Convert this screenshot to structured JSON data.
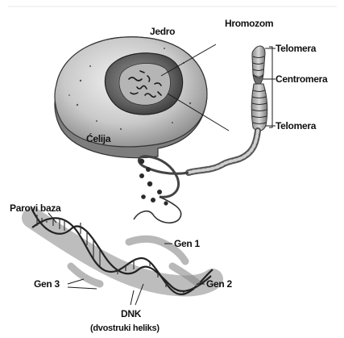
{
  "labels": {
    "jedro": "Jedro",
    "hromozom": "Hromozom",
    "telomera_top": "Telomera",
    "centromera": "Centromera",
    "telomera_bottom": "Telomera",
    "celija": "Ćelija",
    "parovi_baza": "Parovi baza",
    "gen1": "Gen 1",
    "gen2": "Gen 2",
    "gen3": "Gen 3",
    "dnk": "DNK",
    "dnk_sub": "(dvostruki heliks)"
  }
}
